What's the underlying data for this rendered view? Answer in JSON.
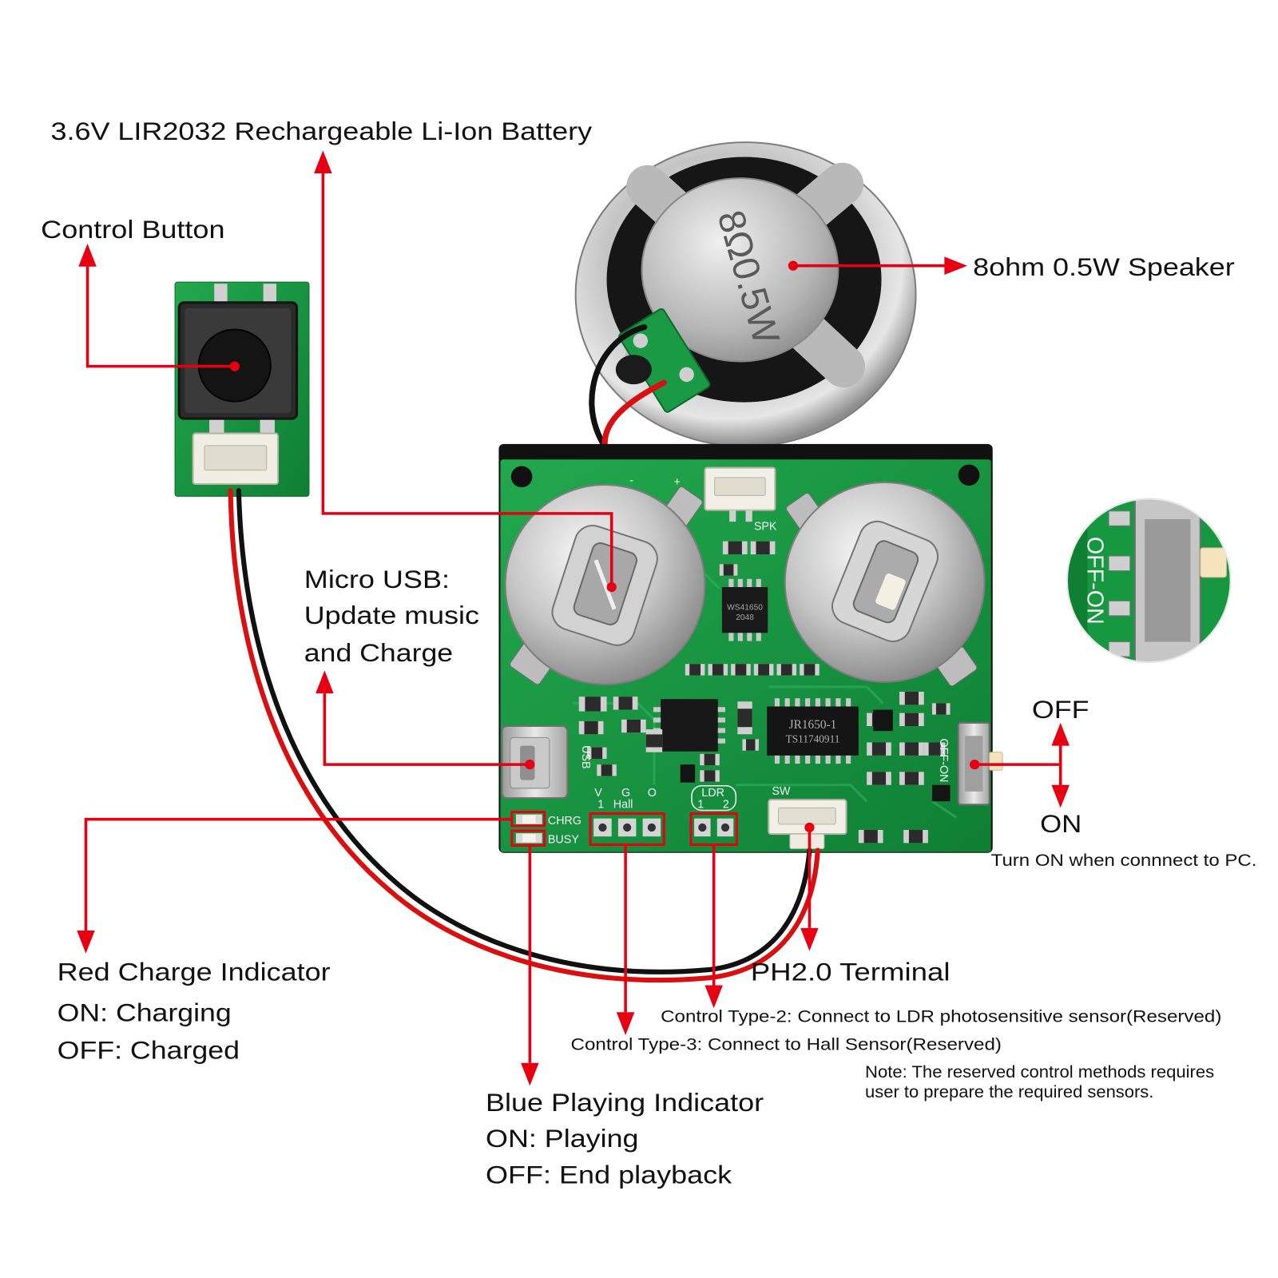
{
  "callouts": {
    "battery": "3.6V LIR2032 Rechargeable Li-Ion Battery",
    "control_button": "Control Button",
    "speaker": "8ohm 0.5W Speaker",
    "micro_usb": [
      "Micro USB:",
      "Update music",
      "and Charge"
    ],
    "switch_off": "OFF",
    "switch_on": "ON",
    "switch_note": "Turn ON when connnect to PC.",
    "red_indicator": [
      "Red Charge Indicator",
      "ON: Charging",
      "OFF: Charged"
    ],
    "ph_terminal": "PH2.0 Terminal",
    "control_type_2": "Control Type-2: Connect to LDR photosensitive sensor(Reserved)",
    "control_type_3": "Control Type-3: Connect to Hall Sensor(Reserved)",
    "note": [
      "Note: The reserved control methods requires",
      "user to prepare the required sensors."
    ],
    "blue_indicator": [
      "Blue Playing Indicator",
      "ON: Playing",
      "OFF: End playback"
    ]
  },
  "pcb_markings": {
    "spk": "SPK",
    "usb": "USB",
    "chrg": "CHRG",
    "busy": "BUSY",
    "hall_pins": [
      "V",
      "G",
      "O"
    ],
    "hall_pin_number": "1",
    "hall": "Hall",
    "ldr": "LDR",
    "ldr_pins": [
      "1",
      "2"
    ],
    "sw": "SW",
    "switch": "OFF-ON",
    "battery_polarity": [
      "-",
      "+"
    ],
    "chip_main": [
      "JR1650-1",
      "TS11740911"
    ],
    "chip_small": [
      "WS41650",
      "2048"
    ]
  },
  "speaker_marking": "8Ω0.5W",
  "inset": {
    "switch_label": "OFF-ON"
  },
  "colors": {
    "callout": "#e60012",
    "pcb_green": "#14923c",
    "wire_red": "#d81010",
    "wire_black": "#111111"
  }
}
